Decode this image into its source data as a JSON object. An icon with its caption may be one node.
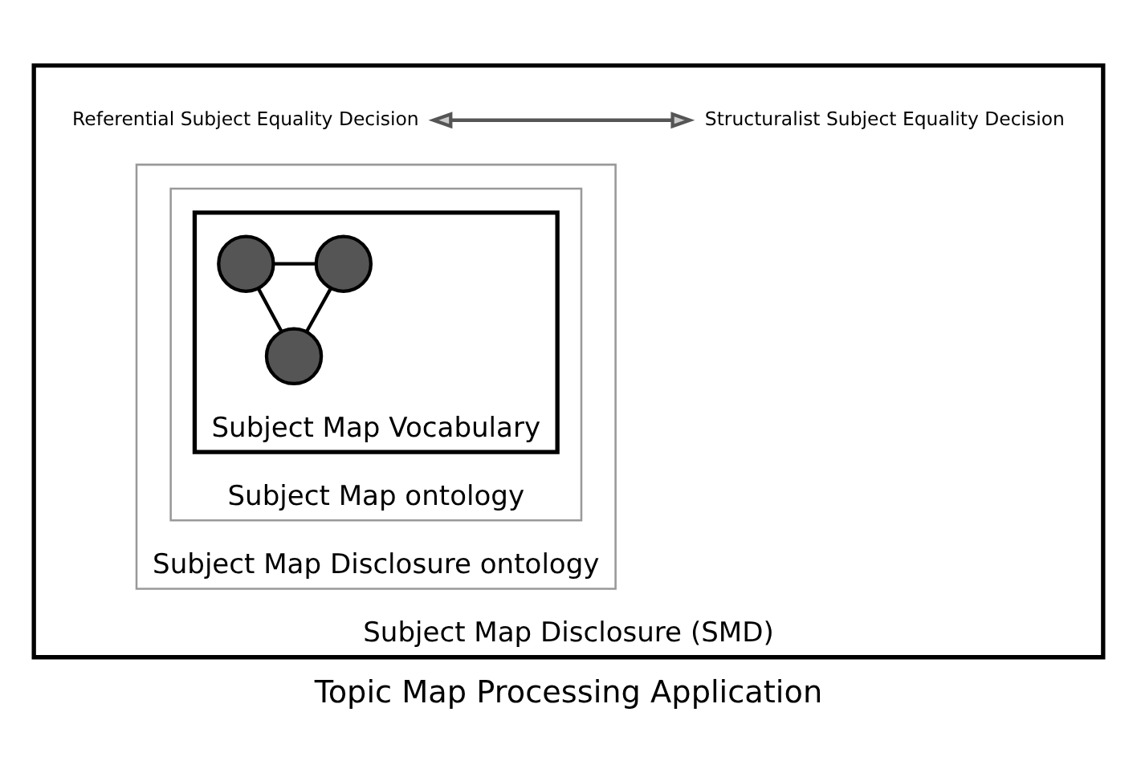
{
  "diagram": {
    "title": "Topic Map Processing Application",
    "nodes": [
      {
        "text": [
          "Subject Map Disclosure (SMD)"
        ]
      },
      {
        "text": [
          "Referential Subject Equality Decision"
        ],
        "in": 0
      },
      {
        "text": [
          "Structuralist Subject Equality Decision"
        ],
        "in": 0
      },
      {
        "text": [
          "Subject Map Disclosure ontology"
        ],
        "in": 0
      },
      {
        "text": [
          "Subject Map ontology"
        ],
        "in": 3
      },
      {
        "text": [
          "Subject Map Vocabulary"
        ],
        "in": 4
      },
      {
        "text": [],
        "shape": "circle",
        "in": 5
      },
      {
        "text": [],
        "shape": "circle",
        "in": 5
      },
      {
        "text": [],
        "shape": "circle",
        "in": 5
      }
    ],
    "edges": [
      {
        "from": 1,
        "to": 2,
        "arrow": "both"
      },
      {
        "from": 6,
        "to": 7,
        "arrow": "none"
      },
      {
        "from": 6,
        "to": 8,
        "arrow": "none"
      },
      {
        "from": 7,
        "to": 8,
        "arrow": "none"
      }
    ]
  }
}
